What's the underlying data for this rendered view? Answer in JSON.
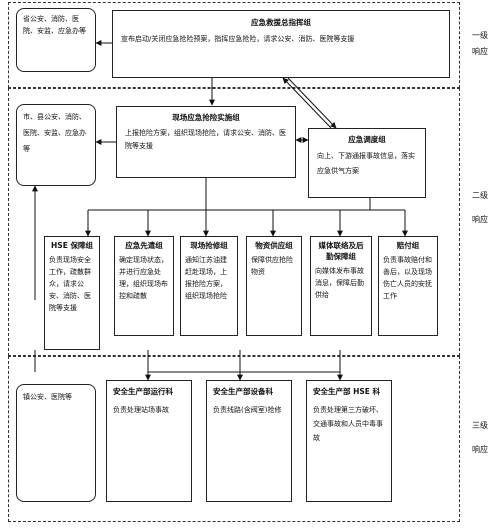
{
  "levels": {
    "l1": [
      "一级",
      "响应"
    ],
    "l2": [
      "二级",
      "响应"
    ],
    "l3": [
      "三级",
      "响应"
    ]
  },
  "left_boxes": {
    "province": "省公安、消防、医院、安监、应急办等",
    "city": "市、县公安、消防、医院、安监、应急办等",
    "town": "镇公安、医院等"
  },
  "command": {
    "title": "应急救援总指挥组",
    "body": "宣布启动/关闭应急抢险预案，指挥应急抢险，请求公安、消防、医院等支援"
  },
  "site": {
    "title": "现场应急抢险实施组",
    "body": "上报抢险方案，组织现场抢险，请求公安、消防、医院等支援"
  },
  "dispatch": {
    "title": "应急调度组",
    "body": "向上、下游通报事故信息，落实应急供气方案"
  },
  "groups": [
    {
      "title": "HSE 保障组",
      "body": "负责现场安全工作，疏散群众，请求公安、消防、医院等支援"
    },
    {
      "title": "应急先遣组",
      "body": "确定现场状态，并进行应急处理，组织现场布控和疏散"
    },
    {
      "title": "现场抢修组",
      "body": "通知江苏油建赶赴现场，上报抢险方案，组织现场抢险"
    },
    {
      "title": "物资供应组",
      "body": "保障供应抢险物资"
    },
    {
      "title": "媒体联络及后勤保障组",
      "body": "向媒体发布事故消息，保障后勤供给"
    },
    {
      "title": "赔付组",
      "body": "负责事故赔付和善后，以及现场伤亡人员的安抚工作"
    }
  ],
  "depts": [
    {
      "title": "安全生产部运行科",
      "body": "负责处理站场事故"
    },
    {
      "title": "安全生产部设备科",
      "body": "负责线路(含阀室)抢修"
    },
    {
      "title": "安全生产部 HSE 科",
      "body": "负责处理第三方破坏、交通事故和人员中毒事故"
    }
  ]
}
